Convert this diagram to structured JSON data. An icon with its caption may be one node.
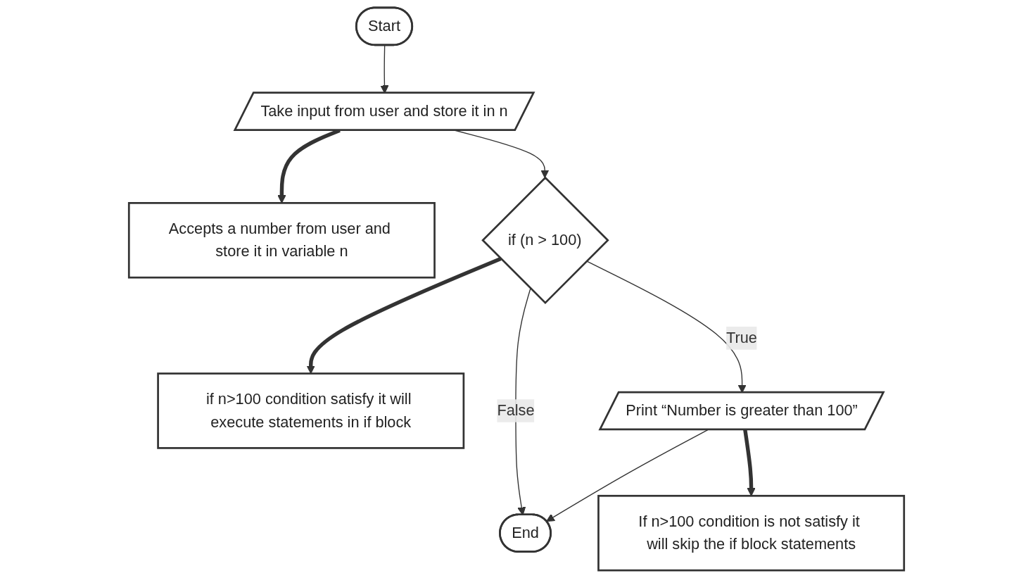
{
  "diagram": {
    "nodes": [
      {
        "text": [
          "Start"
        ]
      },
      {
        "text": [
          "Take input from user and store it in n"
        ]
      },
      {
        "text": [
          "Accepts a number from user and store it in variable n"
        ]
      },
      {
        "text": [
          "if (n > 100)"
        ]
      },
      {
        "text": [
          "if n>100 condition satisfy it will execute statements in if block"
        ]
      },
      {
        "text": [
          "Print “Number is greater than 100”"
        ]
      },
      {
        "text": [
          "If n>100 condition is not satisfy it will skip the if block statements"
        ]
      },
      {
        "text": [
          "End"
        ]
      }
    ],
    "edges": [
      {
        "from": 0,
        "to": 1,
        "arrow": "to"
      },
      {
        "from": 1,
        "to": 3,
        "arrow": "to"
      },
      {
        "from": 3,
        "to": 5,
        "arrow": "to",
        "label": "True"
      },
      {
        "from": 3,
        "to": 7,
        "arrow": "to",
        "label": "False"
      },
      {
        "from": 5,
        "to": 7,
        "arrow": "to"
      },
      {
        "from": 1,
        "to": 2,
        "arrow": "to",
        "style": "thick"
      },
      {
        "from": 3,
        "to": 4,
        "arrow": "to",
        "style": "thick"
      },
      {
        "from": 5,
        "to": 6,
        "arrow": "to",
        "style": "thick"
      }
    ]
  }
}
